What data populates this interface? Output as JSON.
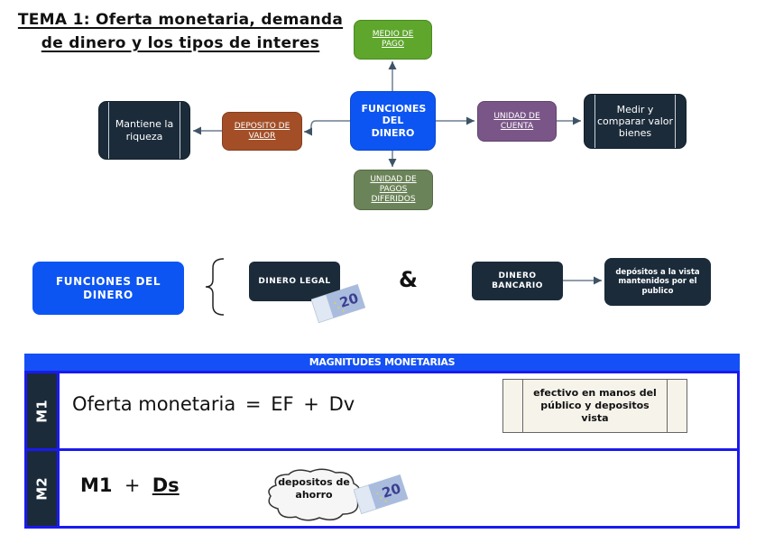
{
  "title": {
    "line1": "TEMA 1: Oferta monetaria, demanda",
    "line2": "de dinero y los tipos de interes"
  },
  "mindmap": {
    "center": "FUNCIONES DEL DINERO",
    "top": "MEDIO DE PAGO",
    "bottom": "UNIDAD DE PAGOS DIFERIDOS",
    "left": "DEPOSITO DE VALOR",
    "left_leaf": "Mantiene la riqueza",
    "right": "UNIDAD DE CUENTA",
    "right_leaf": "Medir y comparar valor bienes"
  },
  "types": {
    "main": "FUNCIONES DEL DINERO",
    "legal": "DINERO LEGAL",
    "ampersand": "&",
    "bancario": "DINERO BANCARIO",
    "bancario_desc": "depósitos a la vista mantenidos por el publico",
    "banknote_value": "20"
  },
  "table": {
    "header": "MAGNITUDES MONETARIAS",
    "rows": [
      {
        "label": "M1",
        "formula_parts": [
          "Oferta monetaria",
          "=",
          "EF",
          "+",
          "Dv"
        ],
        "desc": "efectivo en manos del público y depositos vista"
      },
      {
        "label": "M2",
        "formula_parts": [
          "M1",
          "+",
          "Ds"
        ],
        "desc": "depositos de ahorro"
      }
    ]
  },
  "colors": {
    "green": "#5ea62c",
    "blue": "#0d55f2",
    "brown": "#a34e27",
    "olive": "#6b8358",
    "purple": "#7a5688",
    "dark": "#1b2b3a",
    "table_border": "#1a1af0"
  }
}
